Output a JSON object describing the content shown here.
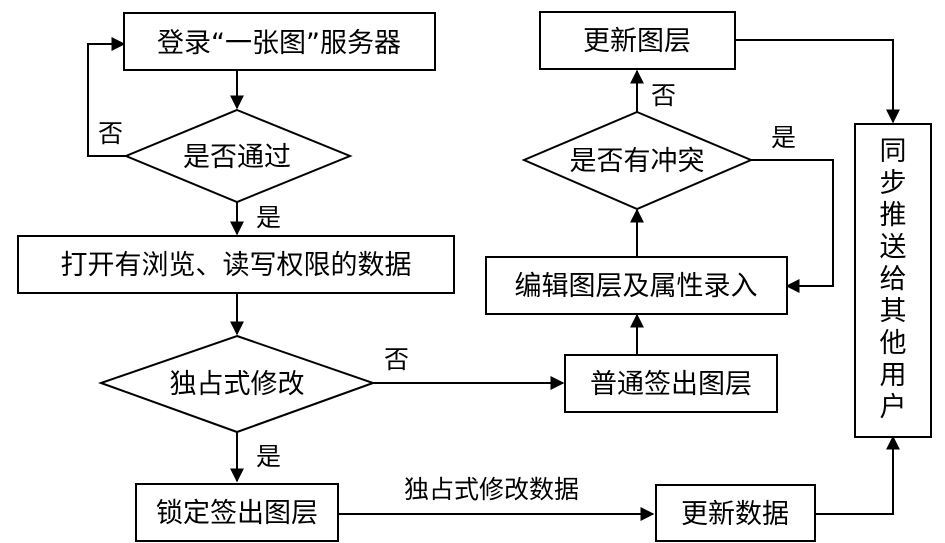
{
  "nodes": {
    "login": "登录“一张图”服务器",
    "pass_check": "是否通过",
    "open_data": "打开有浏览、读写权限的数据",
    "exclusive_check": "独占式修改",
    "lock_checkout": "锁定签出图层",
    "update_data": "更新数据",
    "normal_checkout": "普通签出图层",
    "edit_layer": "编辑图层及属性录入",
    "conflict_check": "是否有冲突",
    "update_layer": "更新图层",
    "sync": [
      "同",
      "步",
      "推",
      "送",
      "给",
      "其",
      "他",
      "用",
      "户"
    ]
  },
  "edge_labels": {
    "pass_no": "否",
    "pass_yes": "是",
    "exclusive_no": "否",
    "exclusive_yes": "是",
    "exclusive_edit": "独占式修改数据",
    "conflict_no": "否",
    "conflict_yes": "是"
  },
  "colors": {
    "stroke": "#000000",
    "background": "#ffffff"
  }
}
